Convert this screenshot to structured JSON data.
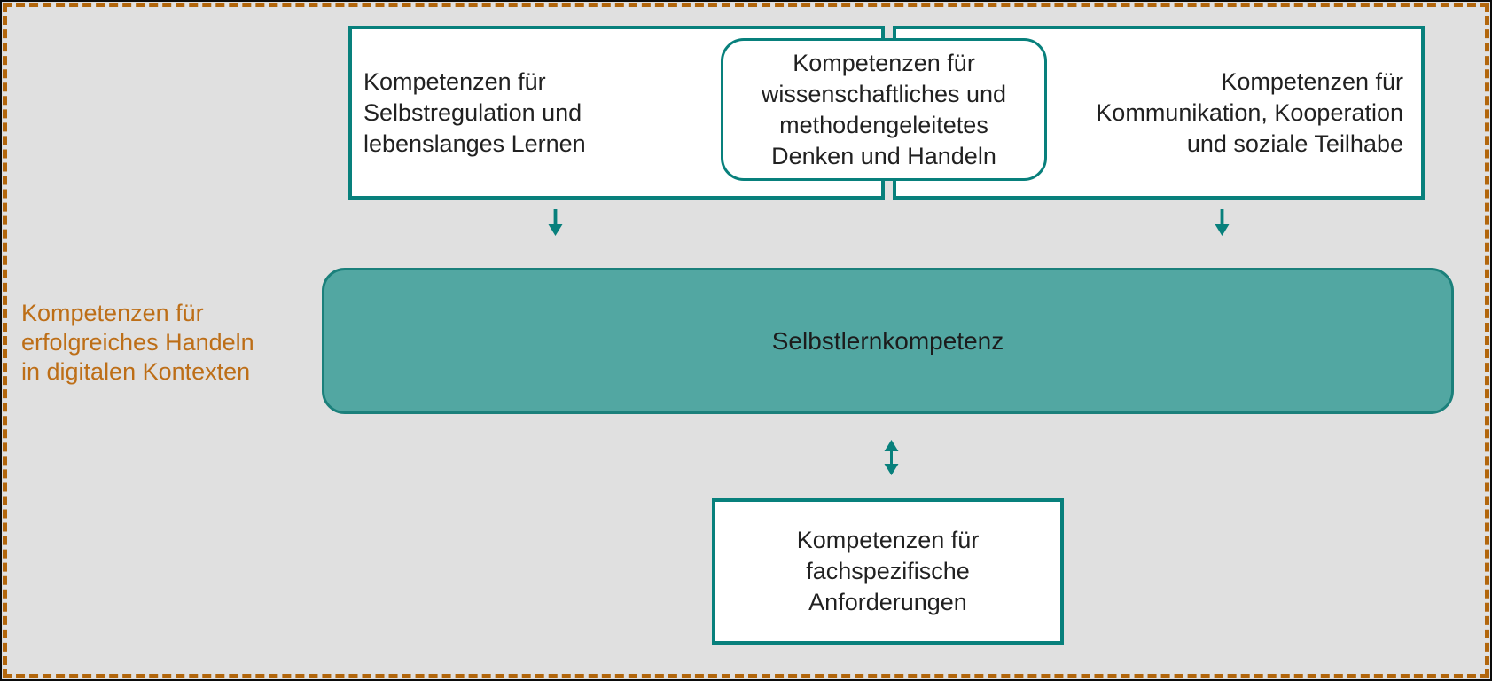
{
  "colors": {
    "teal_border": "#08807c",
    "teal_fill": "#52a7a2",
    "teal_bar_border": "#1b807b",
    "orange_text": "#bd6e17",
    "orange_dash_border": "#b2660c",
    "background": "#e0e0e0",
    "box_background": "#ffffff",
    "text": "#212121"
  },
  "frame_label": "Kompetenzen für\nerfolgreiches Handeln\nin digitalen Kontexten",
  "boxes": {
    "self_regulation": "Kompetenzen für\nSelbstregulation und\nlebenslanges Lernen",
    "scientific_method": "Kompetenzen für\nwissenschaftliches und\nmethodengeleitetes\nDenken und Handeln",
    "communication": "Kompetenzen für\nKommunikation, Kooperation\nund soziale Teilhabe",
    "self_learning": "Selbstlernkompetenz",
    "subject_specific": "Kompetenzen für\nfachspezifische\nAnforderungen"
  },
  "icons": {
    "arrow_left": "down-arrow",
    "arrow_right": "down-arrow",
    "arrow_center": "up-down-double-arrow"
  }
}
